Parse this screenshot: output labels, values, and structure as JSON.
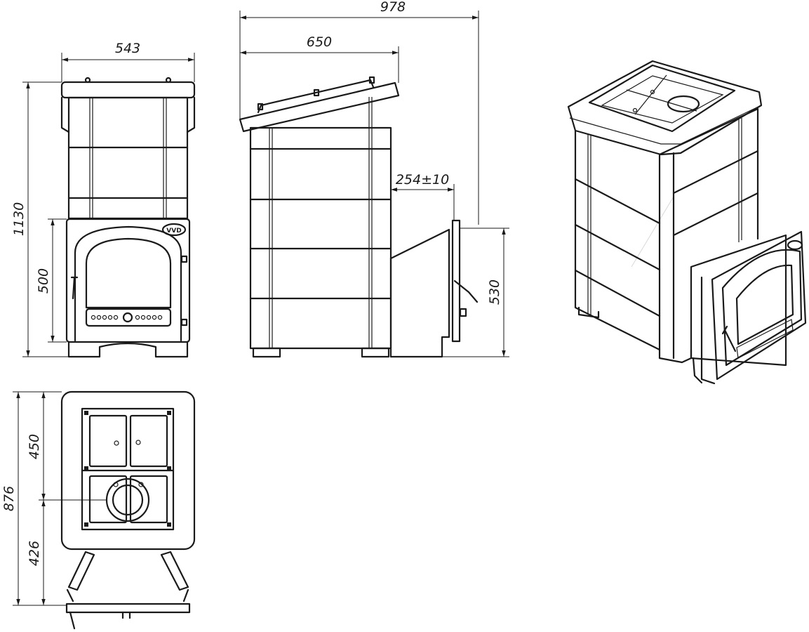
{
  "dimensions": {
    "front_width": "543",
    "front_height": "1130",
    "front_door_height": "500",
    "side_depth": "650",
    "total_depth": "978",
    "door_protrusion": "254±10",
    "side_door_height": "530",
    "top_total": "876",
    "top_upper": "450",
    "top_lower": "426"
  },
  "brand_badge": "VVD"
}
